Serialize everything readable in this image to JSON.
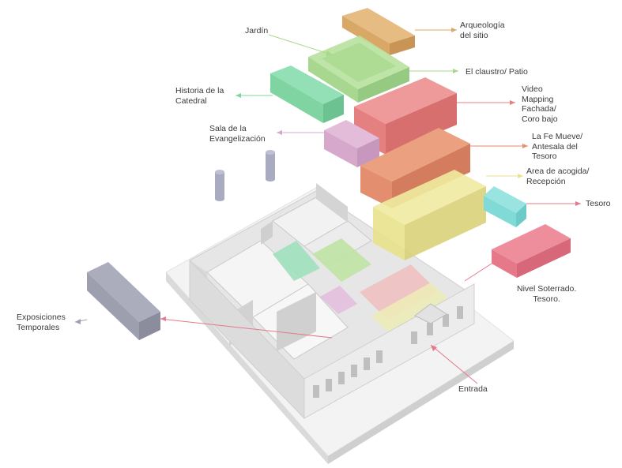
{
  "colors": {
    "arqueologia": "#d9a866",
    "jardin": "#a9d98c",
    "historia": "#7fd4a2",
    "video": "#e58080",
    "sala": "#d6a8cc",
    "fe": "#e28e6f",
    "acogida": "#e9e38c",
    "tesoro": "#80dad7",
    "soterrado": "#e57889",
    "temporales": "#9d9eae",
    "pillar": "#a9abc0",
    "base": "#f1f1f1",
    "wall": "#dcdcdc"
  },
  "labels": {
    "jardin": "Jardín",
    "arqueologia": "Arqueología\ndel sitio",
    "claustro": "El claustro/ Patio",
    "historia": "Historia de la\nCatedral",
    "video": "Video\nMapping\nFachada/\nCoro bajo",
    "sala": "Sala de la\nEvangelización",
    "fe": "La Fe Mueve/\nAntesala del\nTesoro",
    "acogida": "Area de acogida/\nRecepción",
    "tesoro": "Tesoro",
    "soterrado": "Nivel Soterrado.\nTesoro.",
    "temporales": "Exposiciones\nTemporales",
    "entrada": "Entrada"
  }
}
